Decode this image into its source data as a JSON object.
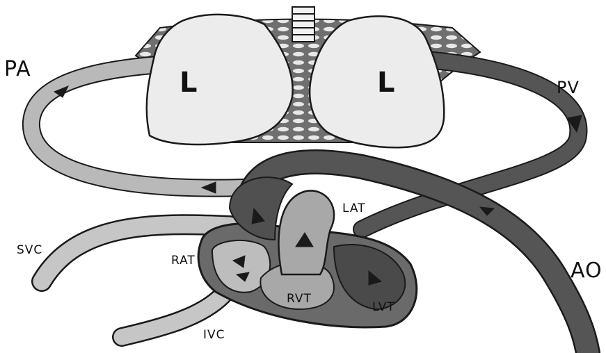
{
  "labels": {
    "pa": "PA",
    "pv": "PV",
    "lung_left": "L",
    "lung_right": "L",
    "lat": "LAT",
    "rat": "RAT",
    "rvt": "RVT",
    "lvt": "LVT",
    "svc": "SVC",
    "ivc": "IVC",
    "ao": "AO"
  },
  "colors": {
    "background": "#ffffff",
    "lung_fill": "#ececec",
    "oxygenated_vessel": "#555555",
    "deoxygenated_vessel": "#b9b9b9",
    "outline": "#1a1a1a",
    "capillary_bed": "#7a7a7a"
  }
}
